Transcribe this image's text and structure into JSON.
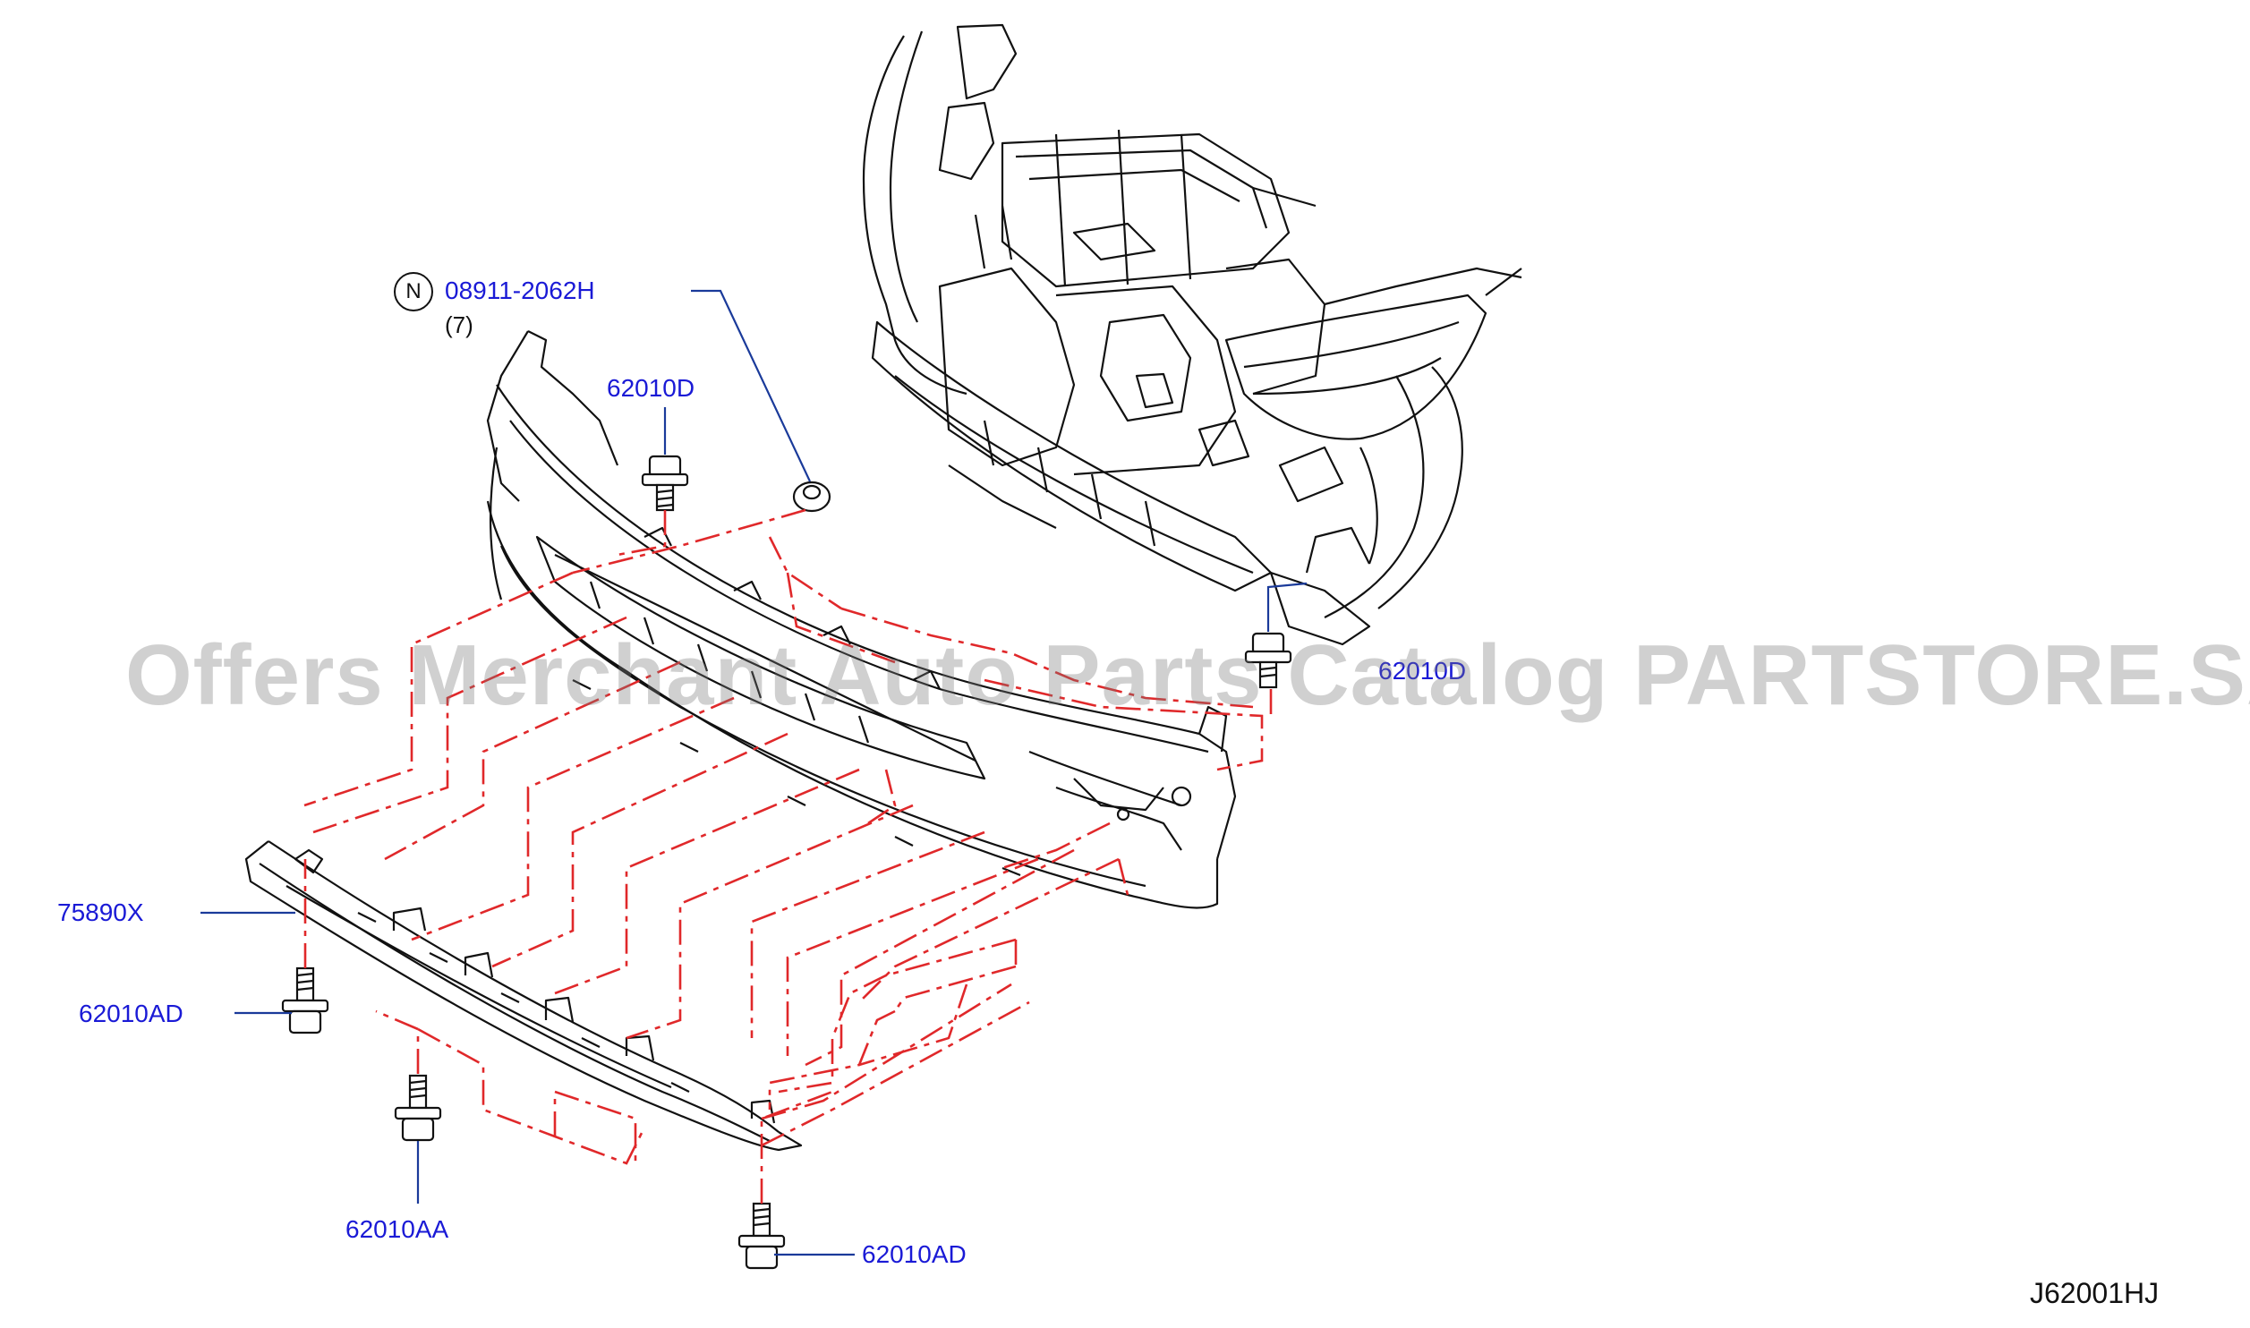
{
  "diagram": {
    "callouts": {
      "clip_part": "08911-2062H",
      "clip_qty": "(7)",
      "clip_note_symbol": "N",
      "bolt_top": "62010D",
      "bolt_right": "62010D",
      "deflector": "75890X",
      "bolt_left": "62010AD",
      "bolt_bottom_left": "62010AA",
      "bolt_bottom_right": "62010AD"
    },
    "diagram_code": "J62001HJ",
    "watermark": "Offers Merchant Auto Parts Catalog PARTSTORE.SA",
    "colors": {
      "callout_text": "#1a1ad6",
      "leader_line": "#1a3a9a",
      "assembly_line": "#e0282a",
      "drawing_line": "#111111",
      "watermark": "#9a9a9a"
    }
  }
}
